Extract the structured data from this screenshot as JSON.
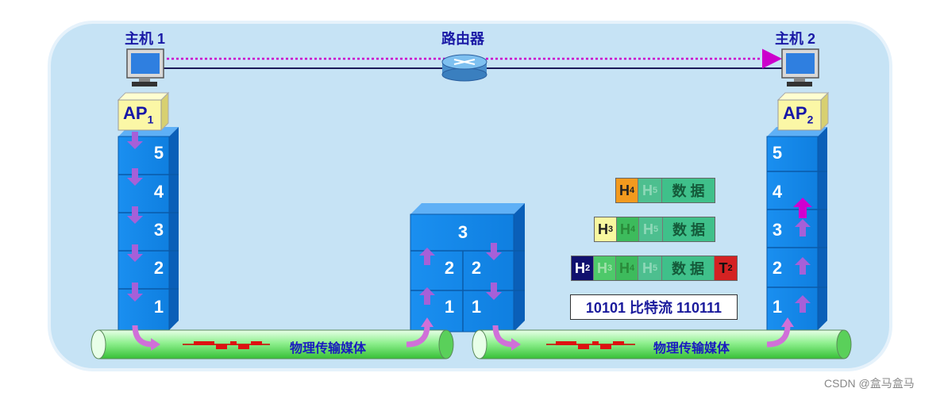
{
  "hosts": {
    "host1_label": "主机 1",
    "host2_label": "主机 2",
    "router_label": "路由器"
  },
  "ap": {
    "ap1_main": "AP",
    "ap1_sub": "1",
    "ap2_main": "AP",
    "ap2_sub": "2"
  },
  "stack_layers": [
    "5",
    "4",
    "3",
    "2",
    "1"
  ],
  "router_stack": {
    "top": "3",
    "mid_left": "2",
    "mid_right": "2",
    "bot_left": "1",
    "bot_right": "1"
  },
  "medium_label": "物理传输媒体",
  "frames": {
    "h4": "H",
    "h4_sub": "4",
    "h5": "H",
    "h5_sub": "5",
    "h3": "H",
    "h3_sub": "3",
    "h2": "H",
    "h2_sub": "2",
    "t2": "T",
    "t2_sub": "2",
    "data": "数 据",
    "bits": "10101 比特流 110111"
  },
  "watermark": "CSDN @盒马盒马",
  "colors": {
    "background": "#c6e3f5",
    "layer_blue": "#1591e8",
    "arrow_purple": "#9a56d6",
    "ap_yellow": "#fbf7a6",
    "pipe_green": "#8fef8f"
  }
}
